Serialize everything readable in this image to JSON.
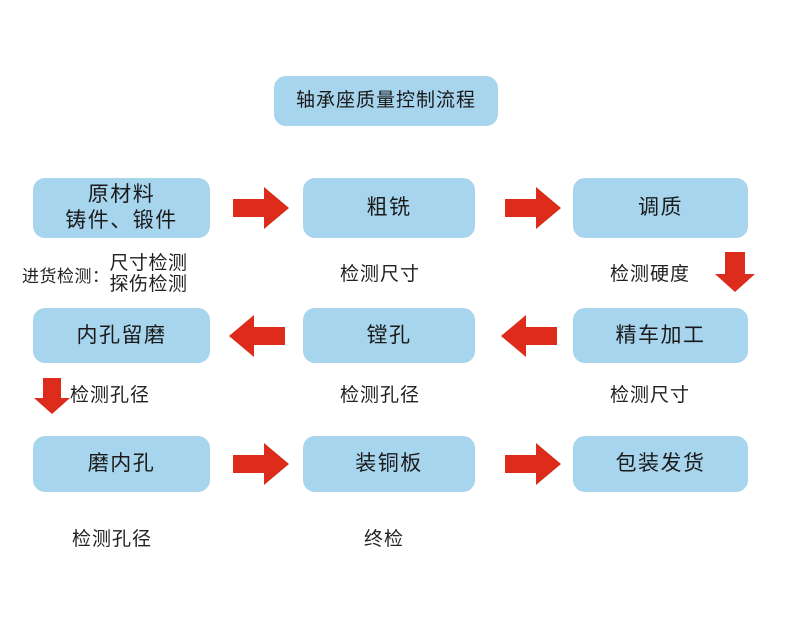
{
  "diagram": {
    "title": "轴承座质量控制流程",
    "background_color": "#ffffff",
    "box_color": "#a8d5ee",
    "arrow_color": "#dd2b1c",
    "text_color": "#1a1a1a"
  },
  "nodes": {
    "title": "轴承座质量控制流程",
    "raw_material_line1": "原材料",
    "raw_material_line2": "铸件、锻件",
    "rough_milling": "粗铣",
    "quench_temper": "调质",
    "bore_reserve_grind": "内孔留磨",
    "boring": "镗孔",
    "fine_turning": "精车加工",
    "grind_inner_hole": "磨内孔",
    "install_copper_plate": "装铜板",
    "packing_shipping": "包装发货"
  },
  "annotations": {
    "incoming_inspection_label": "进货检测：",
    "incoming_inspection_item1": "尺寸检测",
    "incoming_inspection_item2": "探伤检测",
    "check_dimension_row1": "检测尺寸",
    "check_hardness_row1": "检测硬度",
    "check_bore_row2_left": "检测孔径",
    "check_bore_row2_mid": "检测孔径",
    "check_dimension_row2_right": "检测尺寸",
    "check_bore_row3": "检测孔径",
    "final_inspection": "终检"
  },
  "icons": {
    "arrow_right": "arrow-right-icon",
    "arrow_left": "arrow-left-icon",
    "arrow_down": "arrow-down-icon"
  }
}
